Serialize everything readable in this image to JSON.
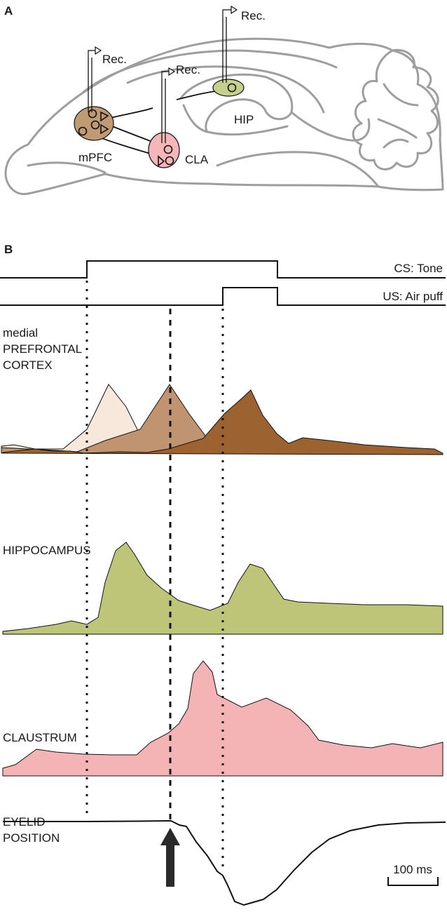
{
  "panel_a": {
    "letter": "A",
    "rec_label": "Rec.",
    "regions": {
      "mpfc": {
        "label": "mPFC",
        "color": "#c09a72"
      },
      "cla": {
        "label": "CLA",
        "color": "#f4b6b8"
      },
      "hip": {
        "label": "HIP",
        "color": "#c5cf8e"
      }
    }
  },
  "panel_b": {
    "letter": "B",
    "stimuli": {
      "cs_label": "CS: Tone",
      "us_label": "US: Air puff"
    },
    "traces": {
      "mpfc_label_line1": "medial",
      "mpfc_label_line2": "PREFRONTAL",
      "mpfc_label_line3": "CORTEX",
      "hip_label": "HIPPOCAMPUS",
      "cla_label": "CLAUSTRUM",
      "eyelid_label_line1": "EYELID",
      "eyelid_label_line2": "POSITION"
    },
    "colors": {
      "mpfc_early": "#f8e8dc",
      "mpfc_mid": "#c09470",
      "mpfc_late": "#9c6330",
      "hip": "#bec478",
      "cla": "#f4b4b6"
    },
    "scale_bar_label": "100 ms"
  }
}
